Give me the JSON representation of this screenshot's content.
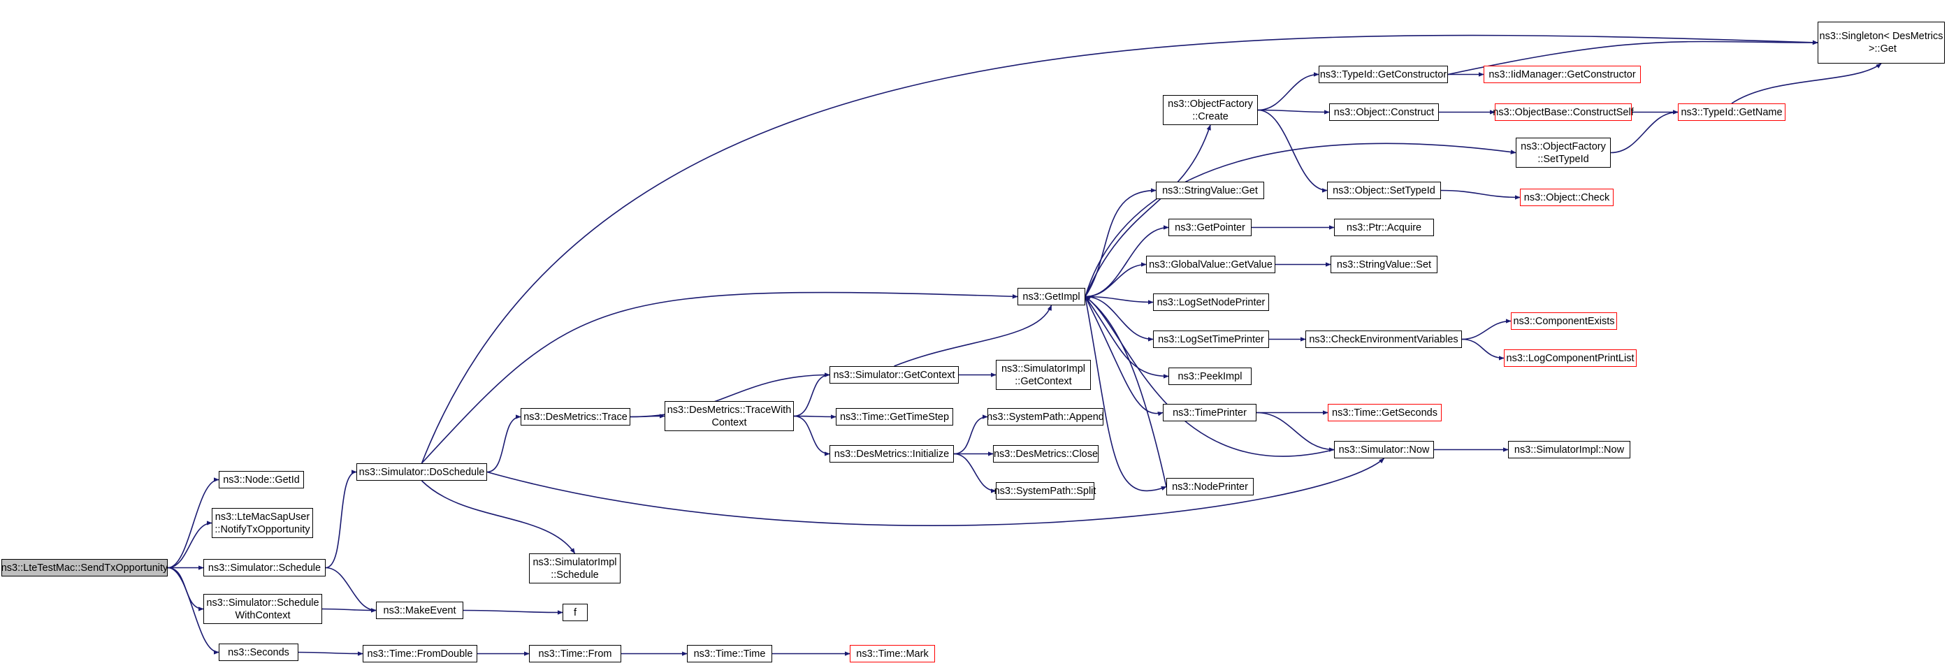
{
  "diagram": {
    "colors": {
      "edge": "#191970",
      "node_border": "#000000",
      "incomplete_border": "#ff0000",
      "root_fill": "#bfbfbf"
    },
    "nodes": [
      {
        "id": "root",
        "label": "ns3::LteTestMac::SendTxOpportunity",
        "style": "root"
      },
      {
        "id": "getid",
        "label": "ns3::Node::GetId",
        "style": "normal"
      },
      {
        "id": "notify",
        "label": "ns3::LteMacSapUser\n::NotifyTxOpportunity",
        "style": "normal"
      },
      {
        "id": "schedule",
        "label": "ns3::Simulator::Schedule",
        "style": "normal"
      },
      {
        "id": "schedwc",
        "label": "ns3::Simulator::Schedule\nWithContext",
        "style": "normal"
      },
      {
        "id": "seconds",
        "label": "ns3::Seconds",
        "style": "normal"
      },
      {
        "id": "doschedule",
        "label": "ns3::Simulator::DoSchedule",
        "style": "normal"
      },
      {
        "id": "makeevent",
        "label": "ns3::MakeEvent",
        "style": "normal"
      },
      {
        "id": "fromdouble",
        "label": "ns3::Time::FromDouble",
        "style": "normal"
      },
      {
        "id": "dmtrace",
        "label": "ns3::DesMetrics::Trace",
        "style": "normal"
      },
      {
        "id": "simimplsched",
        "label": "ns3::SimulatorImpl\n::Schedule",
        "style": "normal"
      },
      {
        "id": "f",
        "label": "f",
        "style": "normal"
      },
      {
        "id": "timefrom",
        "label": "ns3::Time::From",
        "style": "normal"
      },
      {
        "id": "tracewc",
        "label": "ns3::DesMetrics::TraceWith\nContext",
        "style": "normal"
      },
      {
        "id": "timetime",
        "label": "ns3::Time::Time",
        "style": "normal"
      },
      {
        "id": "getcontext",
        "label": "ns3::Simulator::GetContext",
        "style": "normal"
      },
      {
        "id": "gettimestep",
        "label": "ns3::Time::GetTimeStep",
        "style": "normal"
      },
      {
        "id": "dminit",
        "label": "ns3::DesMetrics::Initialize",
        "style": "normal"
      },
      {
        "id": "timemark",
        "label": "ns3::Time::Mark",
        "style": "incomplete"
      },
      {
        "id": "simimplgetctx",
        "label": "ns3::SimulatorImpl\n::GetContext",
        "style": "normal"
      },
      {
        "id": "getimpl",
        "label": "ns3::GetImpl",
        "style": "normal"
      },
      {
        "id": "spappend",
        "label": "ns3::SystemPath::Append",
        "style": "normal"
      },
      {
        "id": "dmclose",
        "label": "ns3::DesMetrics::Close",
        "style": "normal"
      },
      {
        "id": "spsplit",
        "label": "ns3::SystemPath::Split",
        "style": "normal"
      },
      {
        "id": "ofcreate",
        "label": "ns3::ObjectFactory\n::Create",
        "style": "normal"
      },
      {
        "id": "svget",
        "label": "ns3::StringValue::Get",
        "style": "normal"
      },
      {
        "id": "getpointer",
        "label": "ns3::GetPointer",
        "style": "normal"
      },
      {
        "id": "gvgetvalue",
        "label": "ns3::GlobalValue::GetValue",
        "style": "normal"
      },
      {
        "id": "logsetnode",
        "label": "ns3::LogSetNodePrinter",
        "style": "normal"
      },
      {
        "id": "logsettime",
        "label": "ns3::LogSetTimePrinter",
        "style": "normal"
      },
      {
        "id": "peekimpl",
        "label": "ns3::PeekImpl",
        "style": "normal"
      },
      {
        "id": "timeprinter",
        "label": "ns3::TimePrinter",
        "style": "normal"
      },
      {
        "id": "nodeprinter",
        "label": "ns3::NodePrinter",
        "style": "normal"
      },
      {
        "id": "tidgetctor",
        "label": "ns3::TypeId::GetConstructor",
        "style": "normal"
      },
      {
        "id": "objconstruct",
        "label": "ns3::Object::Construct",
        "style": "normal"
      },
      {
        "id": "objsettypeid",
        "label": "ns3::Object::SetTypeId",
        "style": "normal"
      },
      {
        "id": "ptracquire",
        "label": "ns3::Ptr::Acquire",
        "style": "normal"
      },
      {
        "id": "svset",
        "label": "ns3::StringValue::Set",
        "style": "normal"
      },
      {
        "id": "checkenv",
        "label": "ns3::CheckEnvironmentVariables",
        "style": "normal"
      },
      {
        "id": "simnow",
        "label": "ns3::Simulator::Now",
        "style": "normal"
      },
      {
        "id": "iidgetctor",
        "label": "ns3::IidManager::GetConstructor",
        "style": "incomplete"
      },
      {
        "id": "obconstructself",
        "label": "ns3::ObjectBase::ConstructSelf",
        "style": "incomplete"
      },
      {
        "id": "ofsettypeid",
        "label": "ns3::ObjectFactory\n::SetTypeId",
        "style": "normal"
      },
      {
        "id": "objcheck",
        "label": "ns3::Object::Check",
        "style": "incomplete"
      },
      {
        "id": "compexists",
        "label": "ns3::ComponentExists",
        "style": "incomplete"
      },
      {
        "id": "logcompprint",
        "label": "ns3::LogComponentPrintList",
        "style": "incomplete"
      },
      {
        "id": "timegetsec",
        "label": "ns3::Time::GetSeconds",
        "style": "incomplete"
      },
      {
        "id": "simimplnow",
        "label": "ns3::SimulatorImpl::Now",
        "style": "normal"
      },
      {
        "id": "tidgetname",
        "label": "ns3::TypeId::GetName",
        "style": "incomplete"
      },
      {
        "id": "singleton",
        "label": "ns3::Singleton< DesMetrics\n >::Get",
        "style": "normal"
      }
    ],
    "edges": [
      [
        "root",
        "getid"
      ],
      [
        "root",
        "notify"
      ],
      [
        "root",
        "schedule"
      ],
      [
        "root",
        "schedwc"
      ],
      [
        "root",
        "seconds"
      ],
      [
        "schedule",
        "doschedule"
      ],
      [
        "schedule",
        "makeevent"
      ],
      [
        "schedwc",
        "makeevent"
      ],
      [
        "seconds",
        "fromdouble"
      ],
      [
        "fromdouble",
        "timefrom"
      ],
      [
        "timefrom",
        "timetime"
      ],
      [
        "timetime",
        "timemark"
      ],
      [
        "makeevent",
        "f"
      ],
      [
        "doschedule",
        "singleton"
      ],
      [
        "doschedule",
        "getimpl"
      ],
      [
        "doschedule",
        "dmtrace"
      ],
      [
        "doschedule",
        "simnow"
      ],
      [
        "doschedule",
        "simimplsched"
      ],
      [
        "dmtrace",
        "getcontext"
      ],
      [
        "dmtrace",
        "tracewc"
      ],
      [
        "tracewc",
        "getcontext"
      ],
      [
        "tracewc",
        "gettimestep"
      ],
      [
        "tracewc",
        "dminit"
      ],
      [
        "getcontext",
        "getimpl"
      ],
      [
        "getcontext",
        "simimplgetctx"
      ],
      [
        "dminit",
        "spappend"
      ],
      [
        "dminit",
        "dmclose"
      ],
      [
        "dminit",
        "spsplit"
      ],
      [
        "getimpl",
        "ofcreate"
      ],
      [
        "getimpl",
        "ofsettypeid"
      ],
      [
        "getimpl",
        "svget"
      ],
      [
        "getimpl",
        "getpointer"
      ],
      [
        "getimpl",
        "gvgetvalue"
      ],
      [
        "getimpl",
        "logsetnode"
      ],
      [
        "getimpl",
        "logsettime"
      ],
      [
        "getimpl",
        "peekimpl"
      ],
      [
        "getimpl",
        "timeprinter"
      ],
      [
        "getimpl",
        "nodeprinter"
      ],
      [
        "ofcreate",
        "tidgetctor"
      ],
      [
        "ofcreate",
        "objconstruct"
      ],
      [
        "ofcreate",
        "objsettypeid"
      ],
      [
        "tidgetctor",
        "singleton"
      ],
      [
        "tidgetctor",
        "iidgetctor"
      ],
      [
        "objconstruct",
        "obconstructself"
      ],
      [
        "obconstructself",
        "tidgetname"
      ],
      [
        "ofsettypeid",
        "tidgetname"
      ],
      [
        "tidgetname",
        "singleton"
      ],
      [
        "objsettypeid",
        "objcheck"
      ],
      [
        "getpointer",
        "ptracquire"
      ],
      [
        "gvgetvalue",
        "svset"
      ],
      [
        "logsettime",
        "checkenv"
      ],
      [
        "checkenv",
        "compexists"
      ],
      [
        "checkenv",
        "logcompprint"
      ],
      [
        "timeprinter",
        "timegetsec"
      ],
      [
        "timeprinter",
        "simnow"
      ],
      [
        "simnow",
        "simimplnow"
      ],
      [
        "simnow",
        "getimpl"
      ],
      [
        "nodeprinter",
        "getimpl"
      ]
    ]
  }
}
